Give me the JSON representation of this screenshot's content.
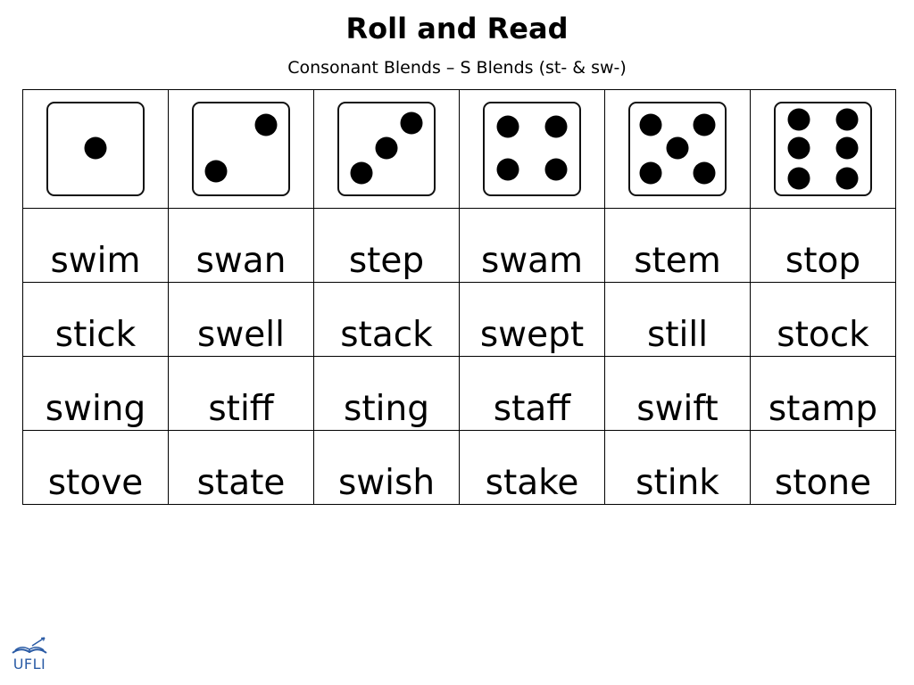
{
  "header": {
    "title": "Roll and Read",
    "subtitle": "Consonant Blends – S Blends (st- & sw-)"
  },
  "dice": [
    1,
    2,
    3,
    4,
    5,
    6
  ],
  "rows": [
    [
      "swim",
      "swan",
      "step",
      "swam",
      "stem",
      "stop"
    ],
    [
      "stick",
      "swell",
      "stack",
      "swept",
      "still",
      "stock"
    ],
    [
      "swing",
      "stiff",
      "sting",
      "staff",
      "swift",
      "stamp"
    ],
    [
      "stove",
      "state",
      "swish",
      "stake",
      "stink",
      "stone"
    ]
  ],
  "logo": {
    "text": "UFLI",
    "color": "#2a5ba5"
  }
}
